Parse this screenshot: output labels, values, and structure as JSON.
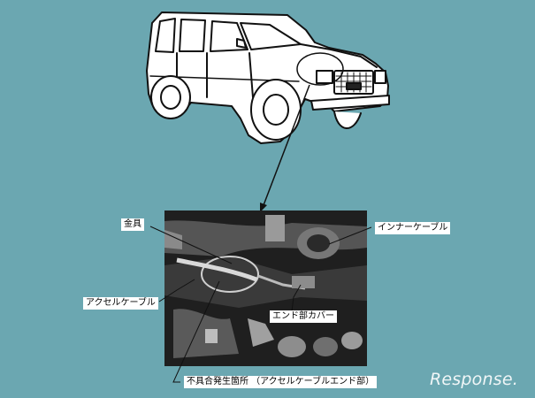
{
  "labels": {
    "kanagu": "金具",
    "inner_cable": "インナーケーブル",
    "accel_cable": "アクセルケーブル",
    "end_cover": "エンド部カバー",
    "trouble_location": "不具合発生箇所 （アクセルケーブルエンド部）"
  },
  "watermark": "Response."
}
